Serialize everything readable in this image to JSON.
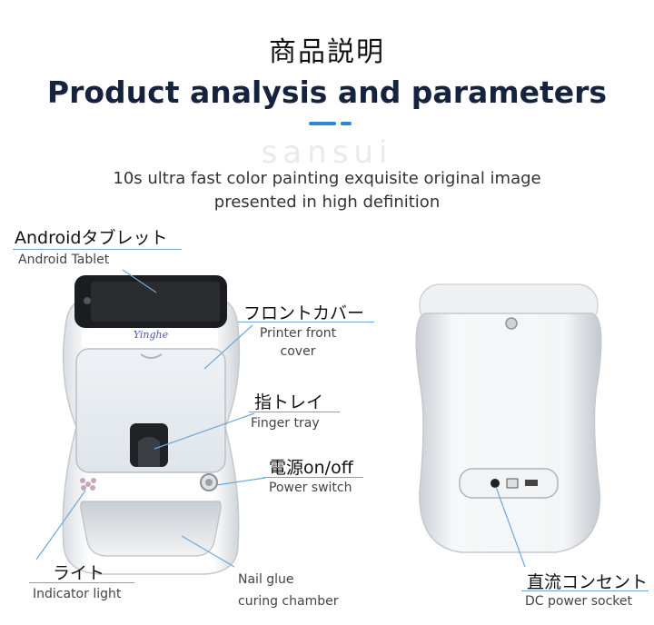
{
  "header": {
    "title_jp": "商品説明",
    "title_en": "Product analysis and parameters",
    "watermark": "sansui",
    "subtitle_line1": "10s ultra fast color painting exquisite original image",
    "subtitle_line2": "presented in high definition"
  },
  "device": {
    "brand_text": "Yinghe"
  },
  "labels": {
    "tablet": {
      "jp": "Androidタブレット",
      "en": "Android Tablet"
    },
    "front_cover": {
      "jp": "フロントカバー",
      "en_line1": "Printer front",
      "en_line2": "cover"
    },
    "finger_tray": {
      "jp": "指トレイ",
      "en": "Finger tray"
    },
    "power": {
      "jp": "電源on/off",
      "en": "Power switch"
    },
    "light": {
      "jp": "ライト",
      "en": "Indicator light"
    },
    "chamber": {
      "en_line1": "Nail glue",
      "en_line2": "curing chamber"
    },
    "dc_socket": {
      "jp": "直流コンセント",
      "en": "DC power socket"
    }
  },
  "colors": {
    "accent": "#2f86d8",
    "title": "#16233f",
    "callout": "#6fa8d8"
  }
}
